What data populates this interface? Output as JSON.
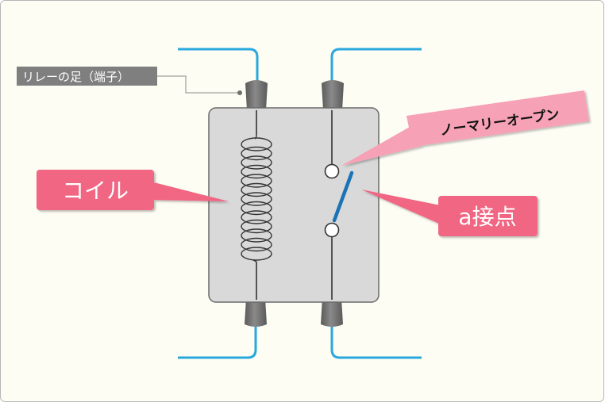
{
  "labels": {
    "terminal": "リレーの足（端子）",
    "normally_open": "ノーマリーオープン",
    "coil": "コイル",
    "a_contact": "a接点"
  },
  "colors": {
    "background": "#fdfdf3",
    "border": "#b5b5b5",
    "wire": "#29a8de",
    "switch_blade": "#1a73b5",
    "relay_body": "#d9d9d9",
    "relay_body_stroke": "#6a6a6a",
    "pins": "#6f6f6f",
    "pink_callout": "#f06683",
    "pink_light_callout": "#f6a1b5",
    "gray_label": "#7f7f7f"
  }
}
